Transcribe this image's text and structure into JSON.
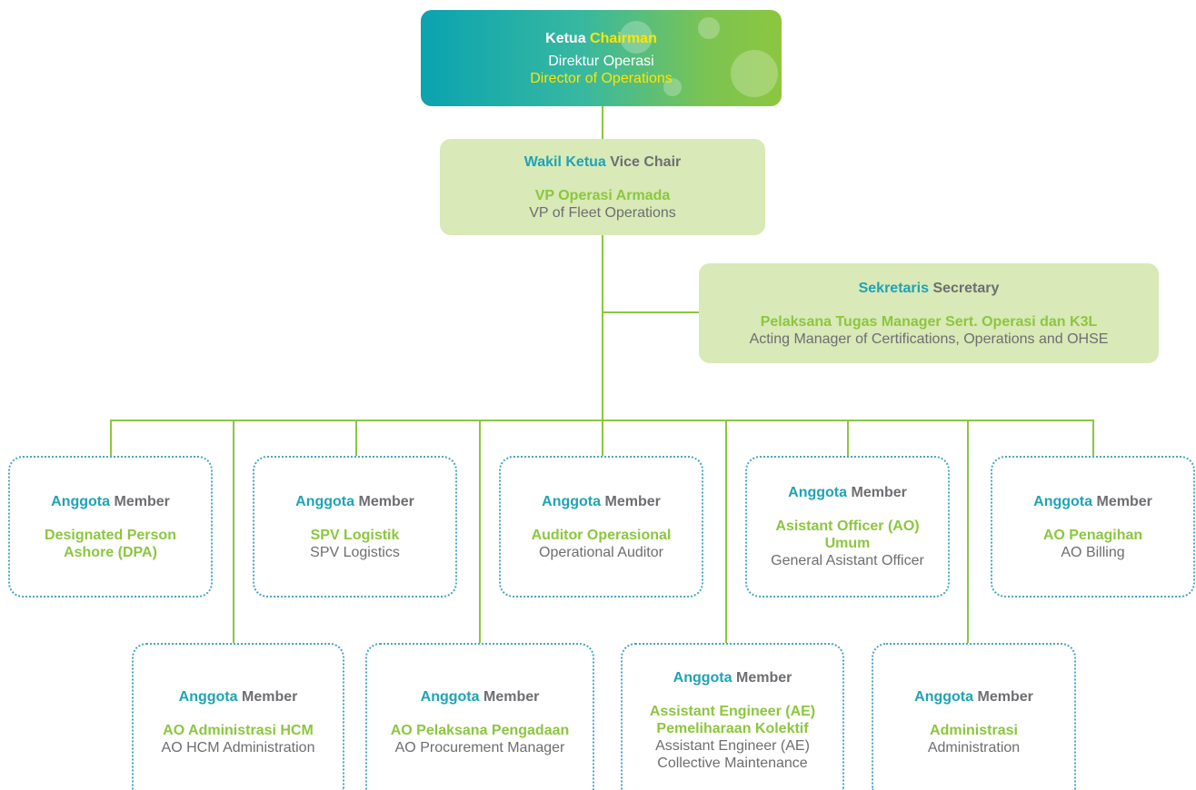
{
  "chairman": {
    "role_id": "Ketua",
    "role_en": "Chairman",
    "title_id": "Direktur Operasi",
    "title_en": "Director of Operations"
  },
  "vice_chair": {
    "role_id": "Wakil Ketua",
    "role_en": "Vice Chair",
    "title_id": "VP Operasi Armada",
    "title_en": "VP of Fleet Operations"
  },
  "secretary": {
    "role_id": "Sekretaris",
    "role_en": "Secretary",
    "title_id": "Pelaksana Tugas Manager Sert. Operasi dan K3L",
    "title_en": "Acting Manager of Certifications, Operations and OHSE"
  },
  "member_label": {
    "id": "Anggota",
    "en": "Member"
  },
  "members_top": [
    {
      "title_id_1": "Designated Person",
      "title_id_2": "Ashore (DPA)",
      "title_en": ""
    },
    {
      "title_id_1": "SPV Logistik",
      "title_id_2": "",
      "title_en": "SPV Logistics"
    },
    {
      "title_id_1": "Auditor Operasional",
      "title_id_2": "",
      "title_en": "Operational Auditor"
    },
    {
      "title_id_1": "Asistant Officer (AO)",
      "title_id_2": "Umum",
      "title_en": "General Asistant Officer"
    },
    {
      "title_id_1": "AO Penagihan",
      "title_id_2": "",
      "title_en": "AO Billing"
    }
  ],
  "members_bottom": [
    {
      "title_id_1": "AO Administrasi HCM",
      "title_id_2": "",
      "title_en_1": "AO HCM Administration",
      "title_en_2": ""
    },
    {
      "title_id_1": "AO Pelaksana Pengadaan",
      "title_id_2": "",
      "title_en_1": "AO Procurement Manager",
      "title_en_2": ""
    },
    {
      "title_id_1": "Assistant Engineer (AE)",
      "title_id_2": "Pemeliharaan Kolektif",
      "title_en_1": "Assistant Engineer (AE)",
      "title_en_2": "Collective Maintenance"
    },
    {
      "title_id_1": "Administrasi",
      "title_id_2": "",
      "title_en_1": "Administration",
      "title_en_2": ""
    }
  ],
  "colors": {
    "teal": "#1fa3b5",
    "green": "#8cc63f",
    "grey": "#6d6e71",
    "yellow": "#ffe600",
    "soft_green": "#d9e9b7",
    "dotted_border": "#49a7c0"
  }
}
